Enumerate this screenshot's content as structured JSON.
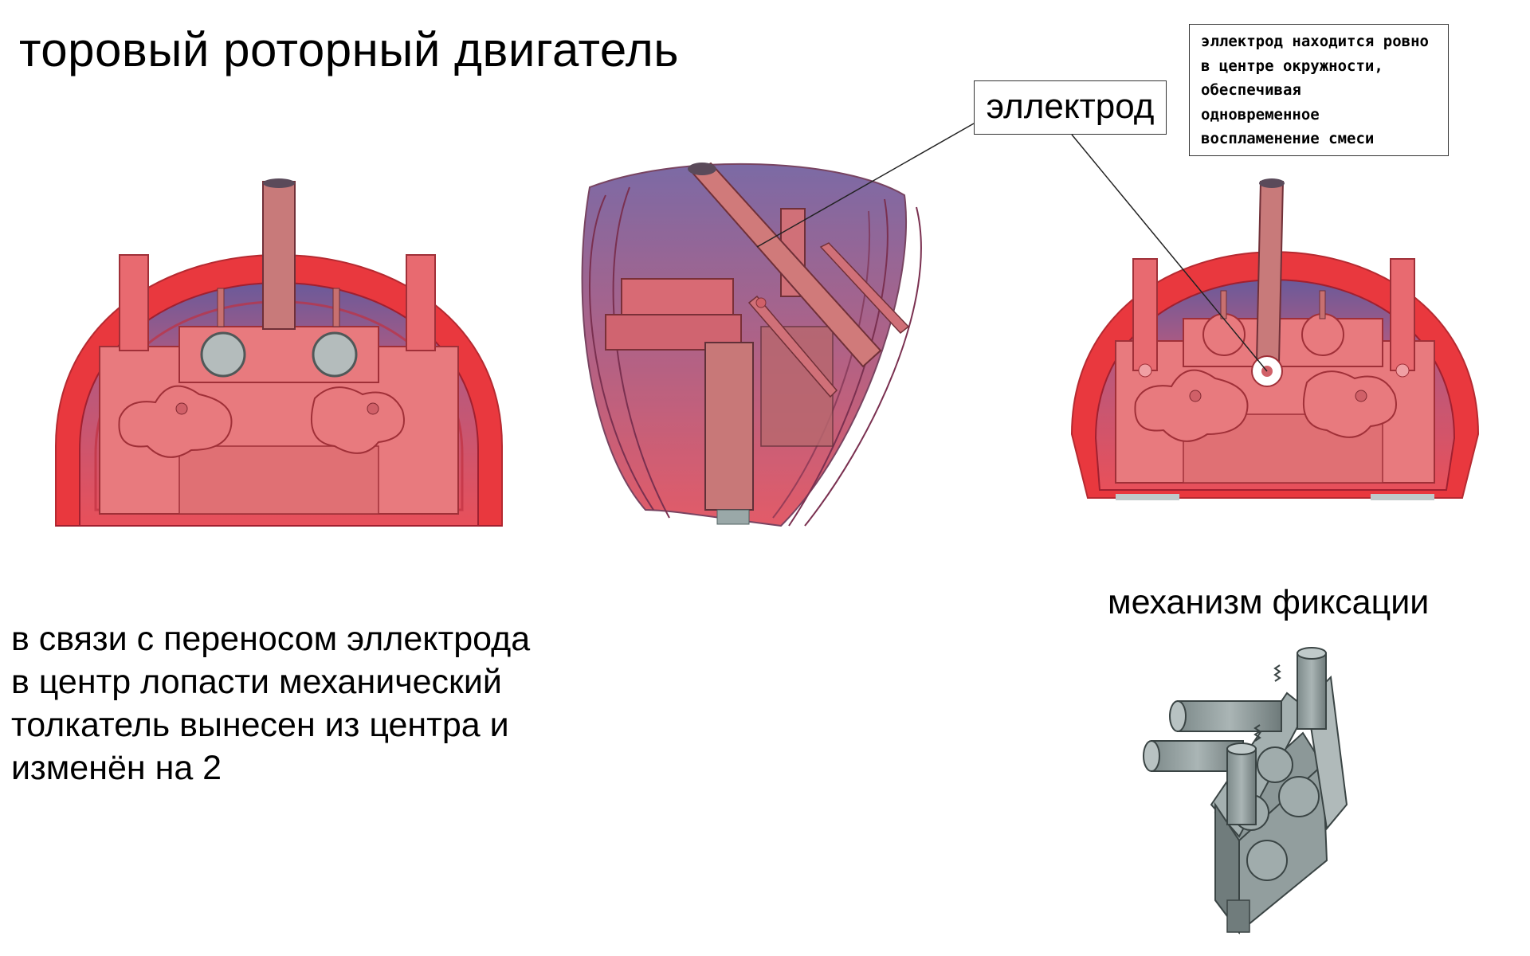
{
  "title": "торовый роторный двигатель",
  "electrode_label": "эллектрод",
  "note_lines": [
    "эллектрод находится ровно",
    "в центре окружности,",
    "обеспечивая",
    "одновременное",
    "воспламенение смеси"
  ],
  "description_lines": [
    "в связи с переносом эллектрода",
    " в центр лопасти механический",
    " толкатель вынесен из центра и",
    "изменён на 2"
  ],
  "mechanism_title": "механизм фиксации",
  "colors": {
    "housing_red": "#e8282e",
    "housing_fill": "#e86a70",
    "purple_tint": "#8a5a9a",
    "steel_grey": "#8c9898",
    "electrode_center": "#ffffff"
  }
}
